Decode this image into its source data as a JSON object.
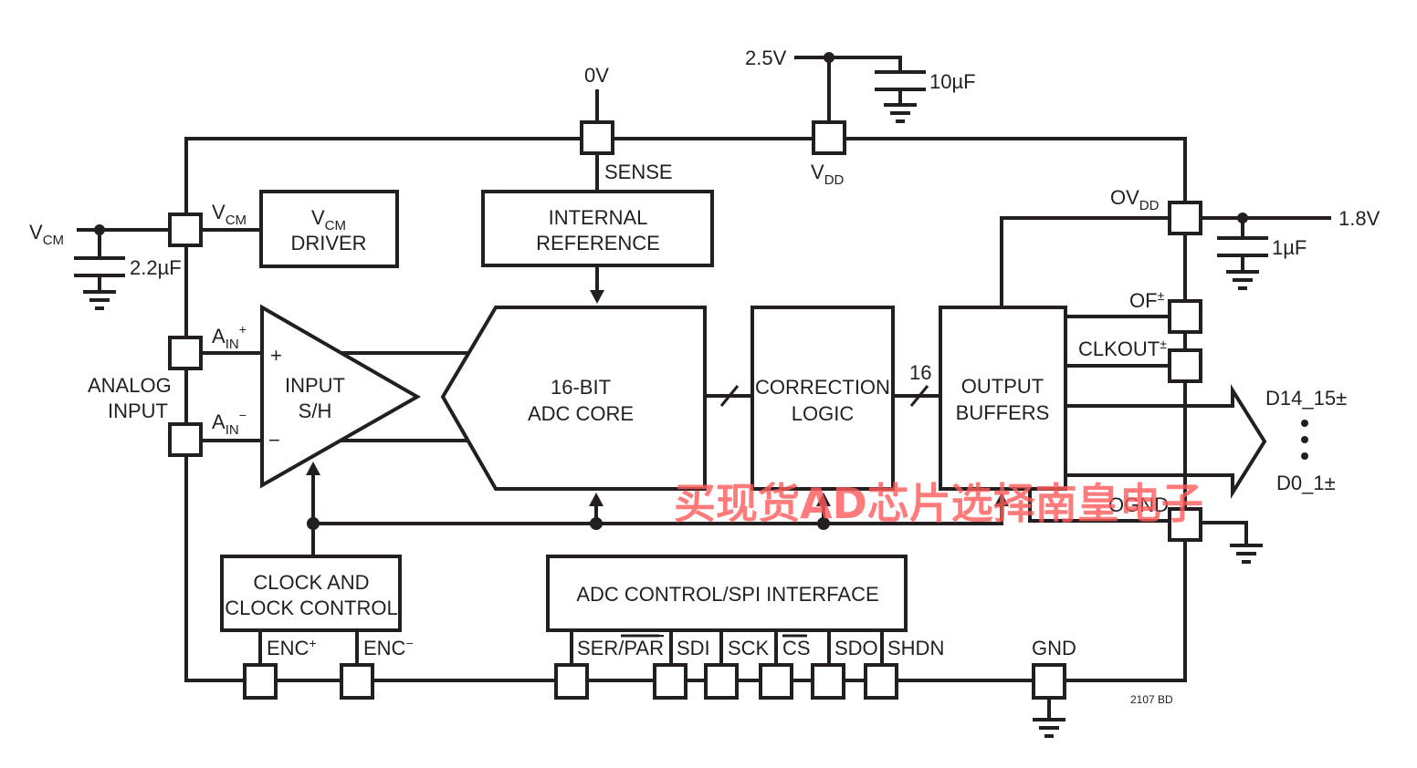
{
  "diagram": {
    "figure_id": "2107 BD",
    "blocks": {
      "vcm_driver": {
        "line1_main": "V",
        "line1_sub": "CM",
        "line2": "DRIVER"
      },
      "internal_reference": {
        "line1": "INTERNAL",
        "line2": "REFERENCE"
      },
      "input_sh": {
        "line1": "INPUT",
        "line2": "S/H",
        "plus": "+",
        "minus": "−"
      },
      "adc_core": {
        "line1": "16-BIT",
        "line2": "ADC CORE"
      },
      "correction_logic": {
        "line1": "CORRECTION",
        "line2": "LOGIC"
      },
      "output_buffers": {
        "line1": "OUTPUT",
        "line2": "BUFFERS"
      },
      "clock_control": {
        "line1": "CLOCK AND",
        "line2": "CLOCK CONTROL"
      },
      "adc_control": {
        "line1": "ADC CONTROL/SPI INTERFACE"
      }
    },
    "bus_width_label": "16",
    "pins": {
      "sense": "SENSE",
      "vdd": {
        "main": "V",
        "sub": "DD"
      },
      "ovdd": {
        "main": "OV",
        "sub": "DD"
      },
      "vcm": {
        "main": "V",
        "sub": "CM"
      },
      "ain_plus": {
        "main": "A",
        "sub": "IN",
        "sup": "+"
      },
      "ain_minus": {
        "main": "A",
        "sub": "IN",
        "sup": "−"
      },
      "of": {
        "main": "OF",
        "sup": "±"
      },
      "clkout": {
        "main": "CLKOUT",
        "sup": "±"
      },
      "ognd": "OGND",
      "enc_plus": {
        "main": "ENC",
        "sup": "+"
      },
      "enc_minus": {
        "main": "ENC",
        "sup": "−"
      },
      "ser_par": {
        "main": "SER/",
        "overline": "PAR"
      },
      "sdi": "SDI",
      "sck": "SCK",
      "cs": {
        "overline": "CS"
      },
      "sdo": "SDO",
      "shdn": "SHDN",
      "gnd": "GND"
    },
    "external": {
      "sense_voltage": "0V",
      "vdd_voltage": "2.5V",
      "vdd_cap": "10µF",
      "ovdd_voltage": "1.8V",
      "ovdd_cap": "1µF",
      "vcm_label": {
        "main": "V",
        "sub": "CM"
      },
      "vcm_cap": "2.2µF",
      "analog_input_line1": "ANALOG",
      "analog_input_line2": "INPUT",
      "data_out_top": "D14_15±",
      "data_out_bottom": "D0_1±"
    },
    "watermark": "买现货AD芯片选择南皇电子"
  }
}
